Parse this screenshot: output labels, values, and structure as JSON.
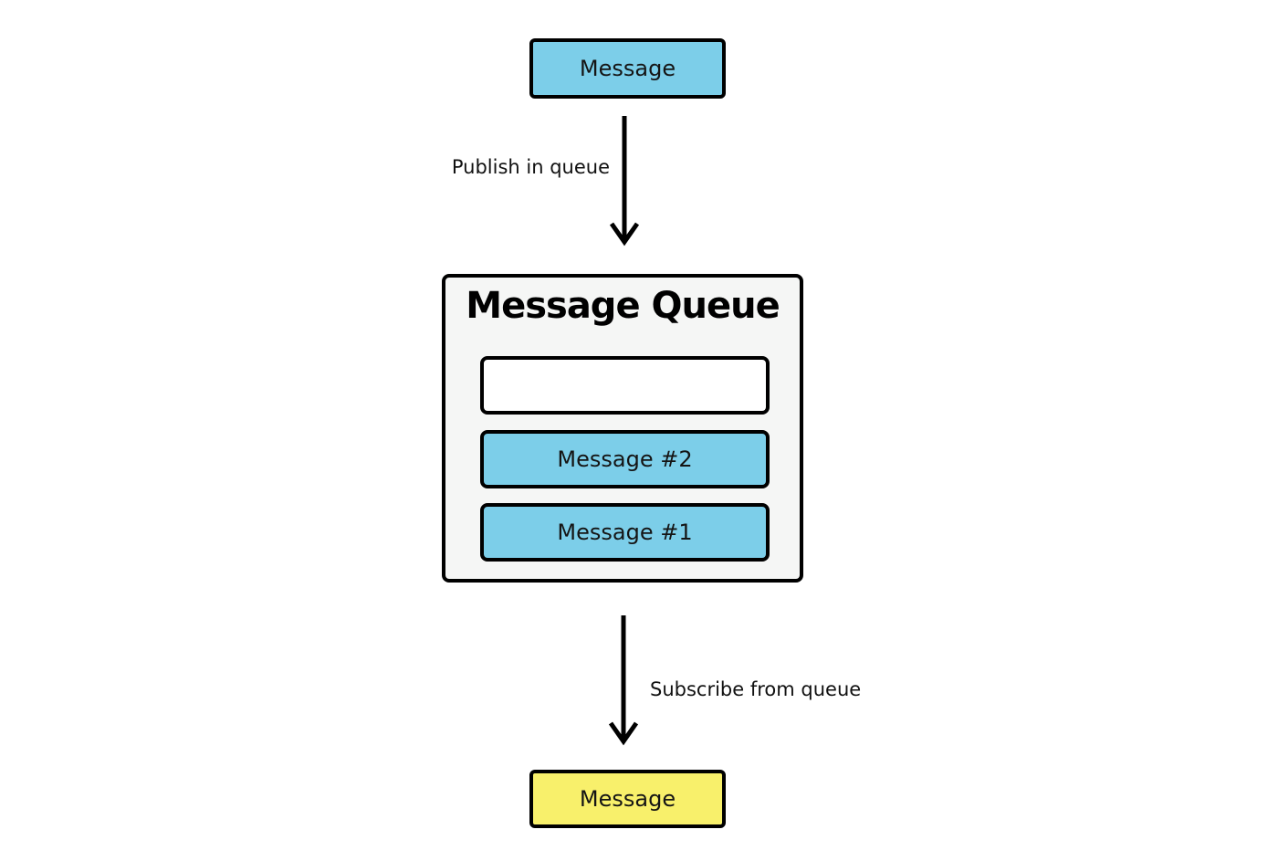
{
  "diagram": {
    "producer_box": {
      "label": "Message"
    },
    "publish_arrow": {
      "label": "Publish in queue"
    },
    "queue": {
      "title": "Message Queue",
      "slots": [
        {
          "label": "",
          "type": "empty"
        },
        {
          "label": "Message #2",
          "type": "message"
        },
        {
          "label": "Message #1",
          "type": "message"
        }
      ]
    },
    "subscribe_arrow": {
      "label": "Subscribe from queue"
    },
    "consumer_box": {
      "label": "Message"
    }
  },
  "colors": {
    "message_blue": "#7CCEE9",
    "message_yellow": "#F8F06B",
    "queue_background": "#F5F6F5",
    "outline": "#000000",
    "canvas": "#FFFFFF"
  }
}
